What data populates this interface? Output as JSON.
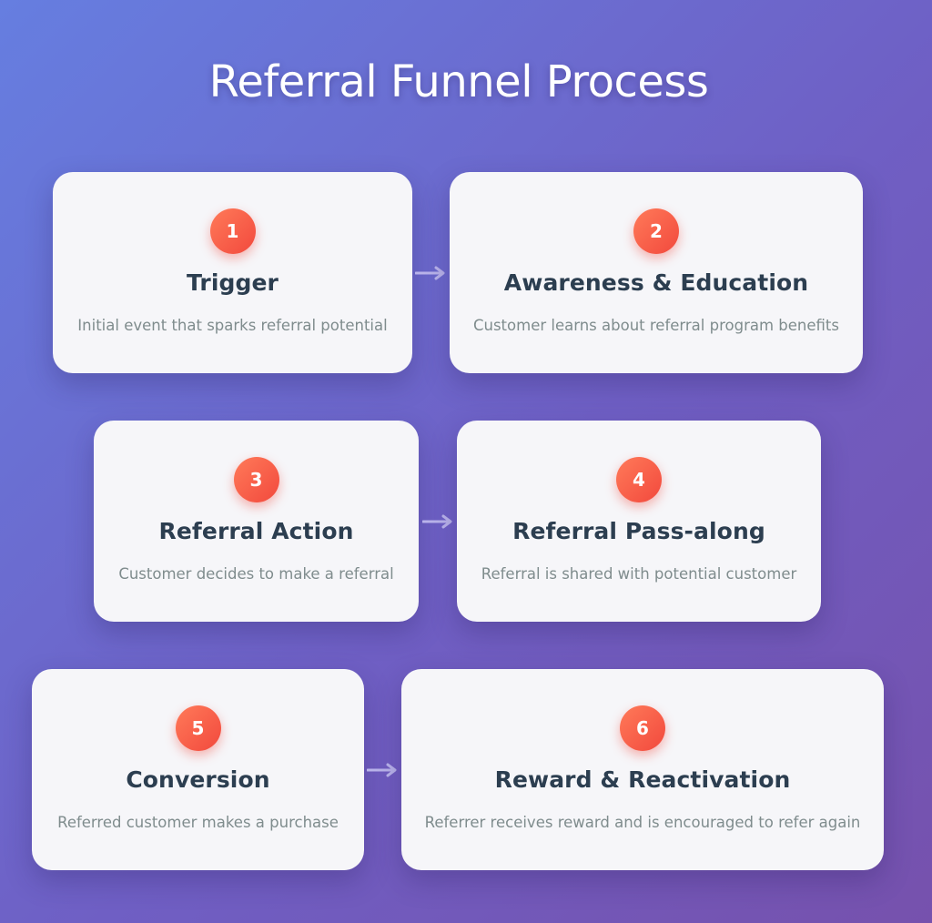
{
  "title": "Referral Funnel Process",
  "colors": {
    "background_start": "#667ee0",
    "background_end": "#7651ad",
    "card": "#f6f6f9",
    "badge": "#f2493d",
    "title_text": "#2c3e50",
    "desc_text": "#7f8c8d",
    "arrow": "#b9b3ea"
  },
  "steps": [
    {
      "number": "1",
      "title": "Trigger",
      "description": "Initial event that sparks referral potential"
    },
    {
      "number": "2",
      "title": "Awareness & Education",
      "description": "Customer learns about referral program benefits"
    },
    {
      "number": "3",
      "title": "Referral Action",
      "description": "Customer decides to make a referral"
    },
    {
      "number": "4",
      "title": "Referral Pass-along",
      "description": "Referral is shared with potential customer"
    },
    {
      "number": "5",
      "title": "Conversion",
      "description": "Referred customer makes a purchase"
    },
    {
      "number": "6",
      "title": "Reward & Reactivation",
      "description": "Referrer receives reward and is encouraged to refer again"
    }
  ],
  "connectors": [
    {
      "from": "1",
      "to": "2",
      "icon": "arrow-right-icon"
    },
    {
      "from": "3",
      "to": "4",
      "icon": "arrow-right-icon"
    },
    {
      "from": "5",
      "to": "6",
      "icon": "arrow-right-icon"
    }
  ]
}
